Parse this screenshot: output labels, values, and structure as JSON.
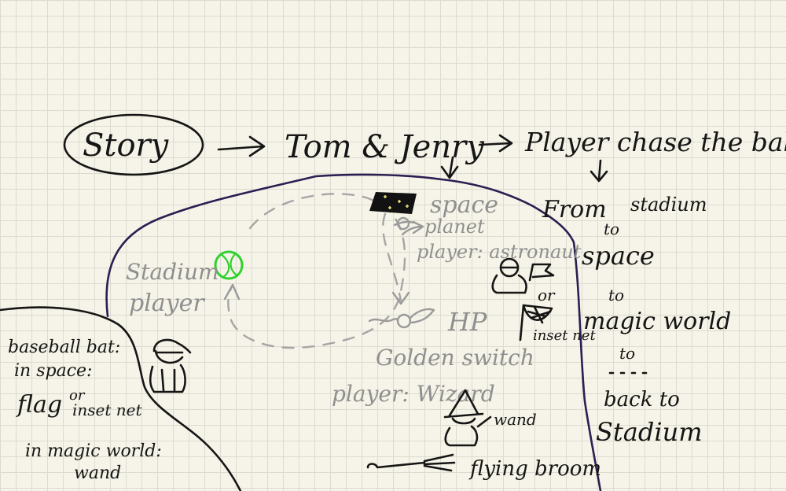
{
  "header": {
    "story": "Story",
    "tom_jerry": "Tom & Jenry",
    "player_chase": "Player chase the ball"
  },
  "route": {
    "from": "From",
    "stadium": "stadium",
    "to1": "to",
    "space": "space",
    "to2": "to",
    "magic_world": "magic world",
    "to3": "to",
    "back_to": "back to",
    "stadium_end": "Stadium"
  },
  "stadium": {
    "title": "Stadium",
    "player": "player"
  },
  "space": {
    "title": "space",
    "planet": "planet",
    "player": "player: astronaut",
    "or": "or",
    "inset_net": "inset net"
  },
  "magic": {
    "hp": "HP",
    "golden_switch": "Golden switch",
    "player": "player: Wizard",
    "wand": "wand",
    "broom": "flying broom"
  },
  "equipment": {
    "line1": "baseball bat:",
    "line2": "in space:",
    "line3": "flag",
    "line4": "or",
    "line5": "inset net",
    "line6": "in magic world:",
    "line7": "wand"
  },
  "colors": {
    "ink": "#151515",
    "pencil": "#9a9a9a",
    "ball": "#2ed12e",
    "border": "#2d1d52",
    "paper": "#f6f4e8"
  }
}
